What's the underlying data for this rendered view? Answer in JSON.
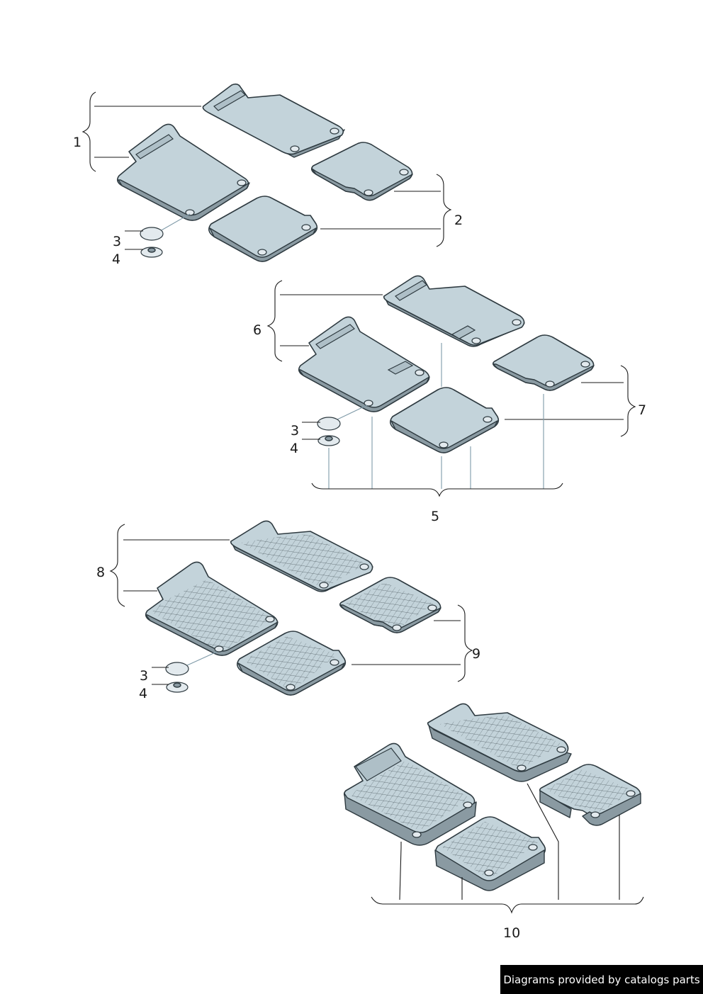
{
  "callouts": {
    "c1": "1",
    "c2": "2",
    "c3a": "3",
    "c4a": "4",
    "c6": "6",
    "c7": "7",
    "c3b": "3",
    "c4b": "4",
    "c5": "5",
    "c8": "8",
    "c9": "9",
    "c3c": "3",
    "c4c": "4",
    "c10": "10"
  },
  "credit": {
    "text": "Diagrams provided by catalogs parts"
  },
  "colors": {
    "mat_fill": "#c3d3da",
    "outline": "#2e3a40",
    "credit_bg": "#000000"
  }
}
